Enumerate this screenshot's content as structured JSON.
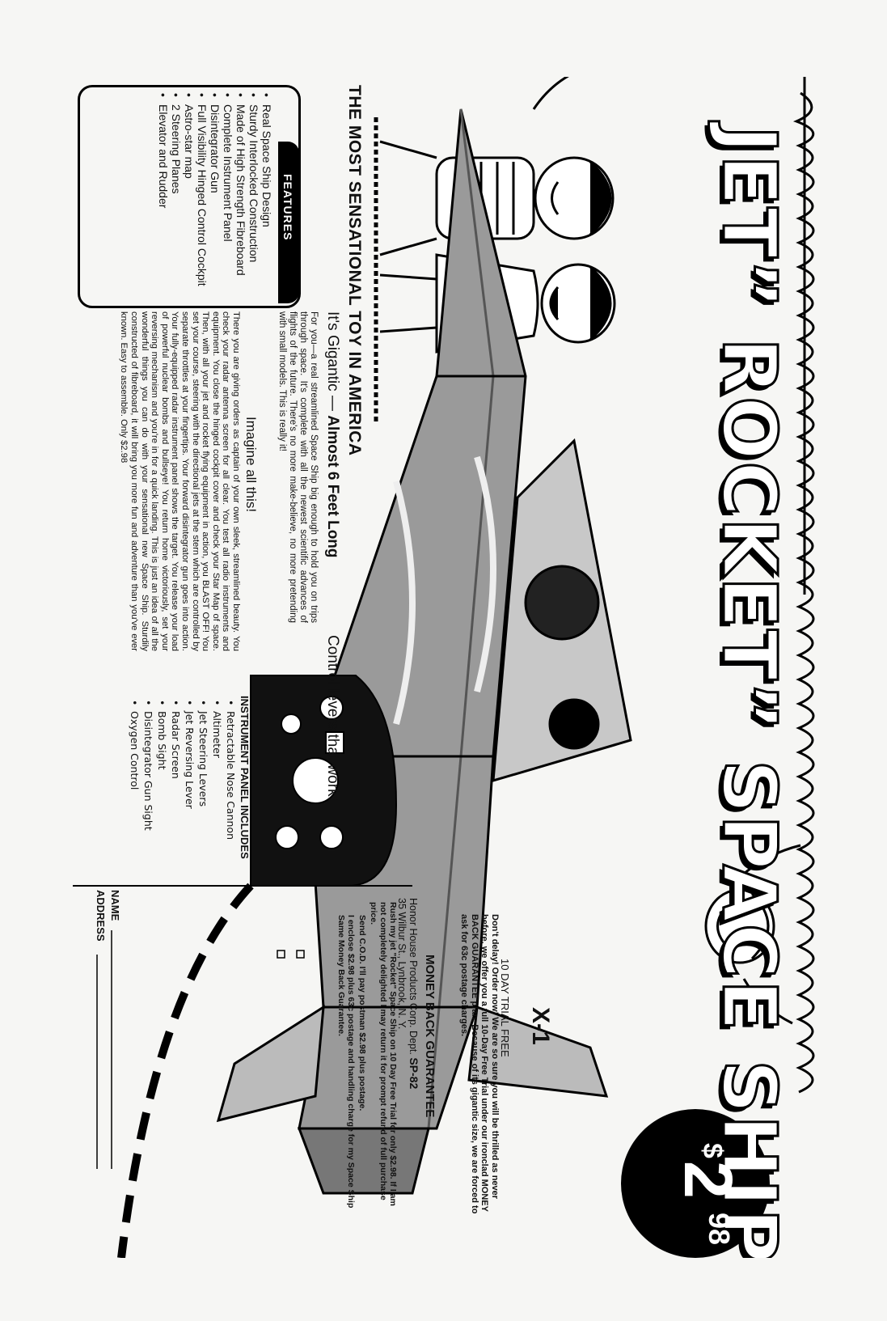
{
  "headline": "JET” ROCKET” SPACE SHIP!",
  "price": {
    "dollar": "$",
    "amount": "2",
    "cents": "98"
  },
  "ship_marking": "X-1",
  "tagline": "THE MOST SENSATIONAL TOY IN AMERICA",
  "gigantic_prefix": "It's Gigantic — ",
  "gigantic_bold": "Almost 6 Feet Long",
  "controls": "Control levers that work!",
  "intro": "For you—a real streamlined Space Ship big enough to hold you on trips through space. It's complete with all the newest scientific advances of flights of the future. There's no more make-believe, no more pretending with small models. This is really it!",
  "imagine": "Imagine all this!",
  "body": "There you are giving orders as captain of your own sleek, streamlined beauty. You check your radar antenna screen for all clear. You test all radio instruments and equipment. You close the hinged cockpit cover and check your Star Map of space. Then, with all your jet and rocket flying equipment in action, you BLAST OFF! You set your course, steering with the directional jets at the stern which are controlled by separate throttles at your fingertips. Your forward disintegrator gun goes into action. Your fully-equipped radar instrument panel shows the target. You release your load of powerful nuclear bombs and bullseye! You return home victoriously, set your reversing mechanism and you're in for a quick landing. This is just an idea of all the wonderful things you can do with your sensational new Space Ship. Sturdily constructed of fibreboard, it will bring you more fun and adventure than you've ever known. Easy to assemble. Only $2.98",
  "features": {
    "title": "FEATURES",
    "items": [
      "Real Space Ship Design",
      "Sturdy Interlocked Construction",
      "Made of High Strength Fibreboard",
      "Complete Instrument Panel",
      "Disintegrator Gun",
      "Full Visibility Hinged Control Cockpit",
      "Astro-star map",
      "2 Steering Planes",
      "Elevator and Rudder"
    ]
  },
  "instrument_panel": {
    "title": "INSTRUMENT PANEL INCLUDES",
    "items": [
      "Retractable Nose Cannon",
      "Altimeter",
      "Jet Steering Levers",
      "Jet Reversing Lever",
      "Radar Screen",
      "Bomb Sight",
      "Disintegrator Gun Sight",
      "Oxygen Control"
    ]
  },
  "trial": {
    "title": "10 DAY TRIAL FREE",
    "body": "Don't delay! Order now! We are so sure you will be thrilled as never before, we offer you a full 10-Day Free Trial under our ironclad MONEY BACK GUARANTEE plan. Because of its gigantic size, we are forced to ask for 63c postage charges."
  },
  "order": {
    "guarantee": "MONEY BACK GUARANTEE",
    "company": "Honor House Products Corp. Dept. ",
    "dept": "SP-82",
    "street": "35 Wilbur St., Lynbrook, N. Y.",
    "rush": "Rush my jet \"Rocket\" Space Ship on 10 Day Free Trial for only $2.98. If I am not completely delighted I may return it for prompt refund of full purchase price.",
    "cod": "Send C.O.D. I'll pay postman $2.98 plus postage.",
    "enclose": "I enclose $2.98 plus 63c postage and handling charge for my Space Ship Same Money Back Guarantee.",
    "name_label": "NAME",
    "address_label": "ADDRESS"
  }
}
